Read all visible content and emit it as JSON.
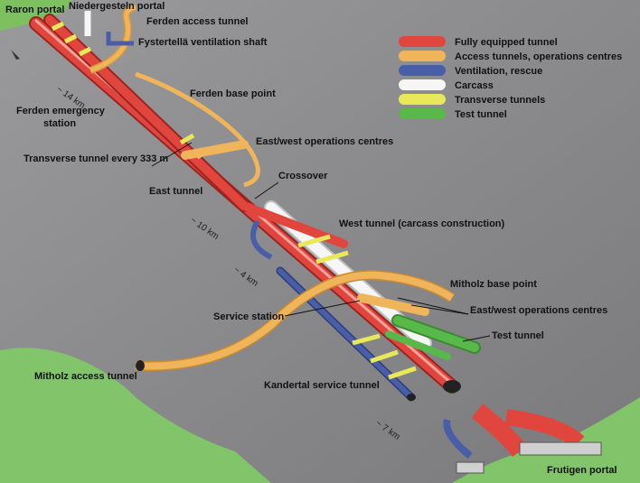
{
  "legend": [
    {
      "label": "Fully equipped tunnel",
      "color": "#e0463e"
    },
    {
      "label": "Access tunnels, operations centres",
      "color": "#f0b45a"
    },
    {
      "label": "Ventilation, rescue",
      "color": "#4a5ea8"
    },
    {
      "label": "Carcass",
      "color": "#f6f6f6"
    },
    {
      "label": "Transverse tunnels",
      "color": "#e8e85a"
    },
    {
      "label": "Test tunnel",
      "color": "#59b84a"
    }
  ],
  "labels": {
    "raron_portal": "Raron portal",
    "niedergesteln_portal": "Niedergesteln portal",
    "ferden_access": "Ferden access tunnel",
    "fystertella": "Fystertellä ventilation shaft",
    "ferden_base": "Ferden base point",
    "ferden_emergency_1": "Ferden emergency",
    "ferden_emergency_2": "station",
    "transverse": "Transverse tunnel every 333 m",
    "ew_ops_1": "East/west operations centres",
    "crossover": "Crossover",
    "east_tunnel": "East tunnel",
    "west_tunnel": "West tunnel (carcass construction)",
    "mitholz_base": "Mitholz base point",
    "service_station": "Service station",
    "ew_ops_2": "East/west operations centres",
    "test_tunnel": "Test tunnel",
    "mitholz_access": "Mitholz access tunnel",
    "kandertal": "Kandertal service tunnel",
    "frutigen": "Frutigen portal"
  },
  "distances": {
    "d1": "~ 14 km",
    "d2": "~ 10 km",
    "d3": "~ 4 km",
    "d4": "~ 7 km"
  }
}
